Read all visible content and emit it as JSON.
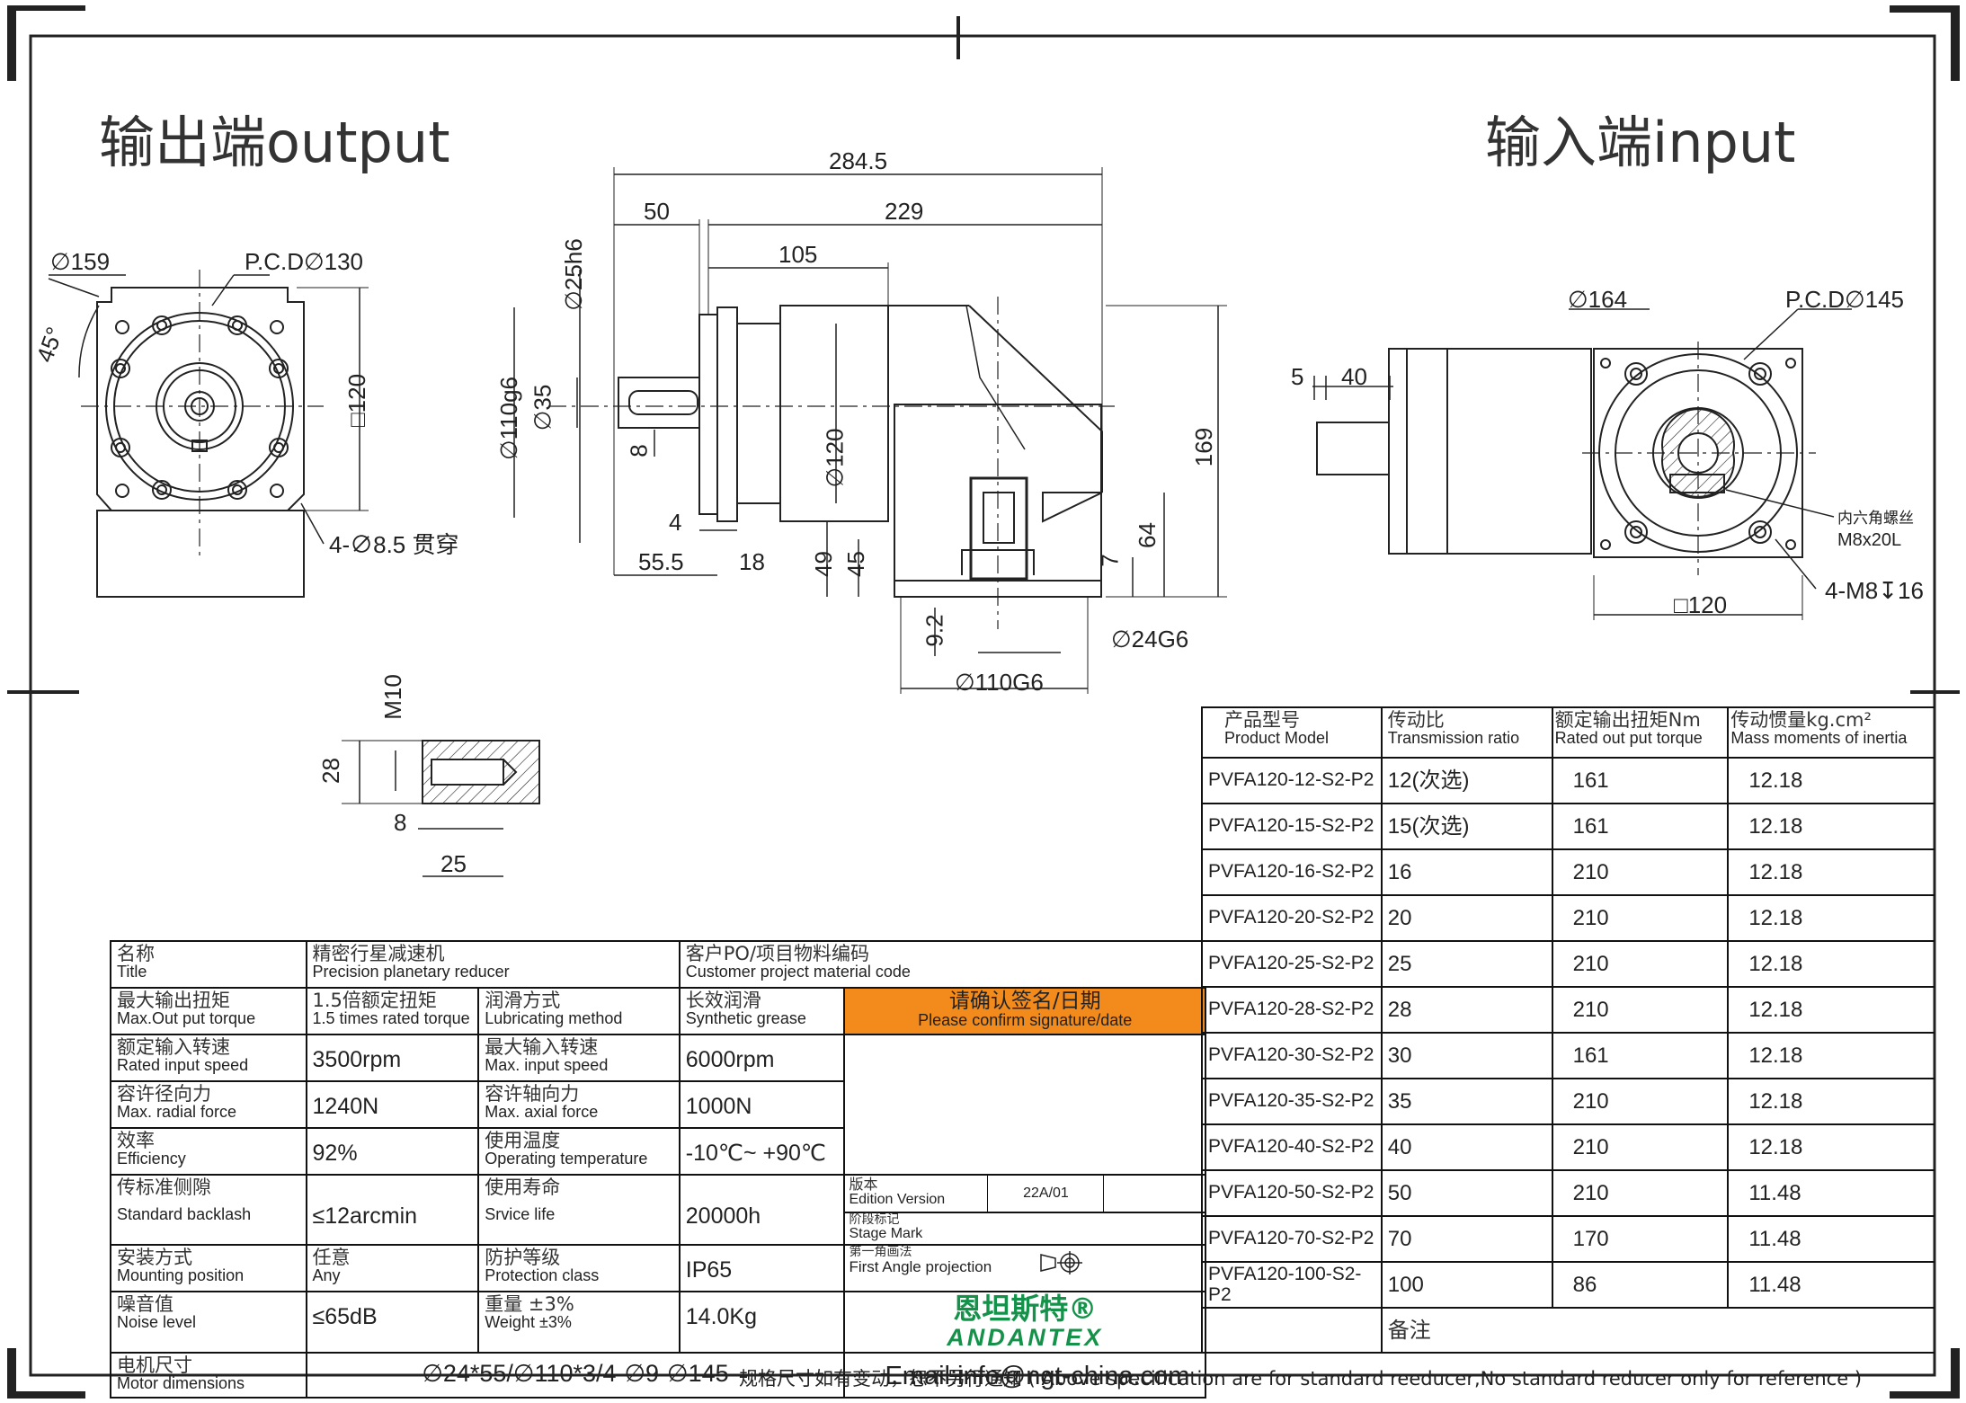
{
  "headers": {
    "output": "输出端output",
    "input": "输入端input"
  },
  "dimensions": {
    "d159": "∅159",
    "pcd130": "P.C.D∅130",
    "angle45": "45°",
    "sq120_left": "□120",
    "holes_left": "4-∅8.5 贯穿",
    "len284": "284.5",
    "len50": "50",
    "len229": "229",
    "len105": "105",
    "d25": "∅25h6",
    "d110": "∅110g6",
    "d35": "∅35",
    "key8": "8",
    "d120": "∅120",
    "h169": "169",
    "len4": "4",
    "len555": "55.5",
    "len18": "18",
    "h49": "49",
    "h45": "45",
    "h7": "7",
    "h64": "64",
    "d24": "∅24G6",
    "h92": "9.2",
    "d110G6": "∅110G6",
    "m10": "M10",
    "h28": "28",
    "len8": "8",
    "len25": "25",
    "d164": "∅164",
    "pcd145": "P.C.D∅145",
    "len5": "5",
    "len40": "40",
    "hex_note_zh": "内六角螺丝",
    "hex_note_en": "M8x20L",
    "sq120_right": "□120",
    "holes_right": "4-M8↧16"
  },
  "specs": {
    "title_zh": "名称",
    "title_en": "Title",
    "title_val_zh": "精密行星减速机",
    "title_val_en": "Precision planetary reducer",
    "cust_zh": "客户PO/项目物料编码",
    "cust_en": "Customer project material code",
    "maxout_zh": "最大输出扭矩",
    "maxout_en": "Max.Out put torque",
    "maxout_val_zh": "1.5倍额定扭矩",
    "maxout_val_en": "1.5 times rated torque",
    "lub_zh": "润滑方式",
    "lub_en": "Lubricating method",
    "lub_val_zh": "长效润滑",
    "lub_val_en": "Synthetic grease",
    "confirm_zh": "请确认签名/日期",
    "confirm_en": "Please confirm signature/date",
    "rin_zh": "额定输入转速",
    "rin_en": "Rated input speed",
    "rin_val": "3500rpm",
    "min_zh": "最大输入转速",
    "min_en": "Max. input speed",
    "min_val": "6000rpm",
    "rad_zh": "容许径向力",
    "rad_en": "Max. radial force",
    "rad_val": "1240N",
    "ax_zh": "容许轴向力",
    "ax_en": "Max. axial force",
    "ax_val": "1000N",
    "eff_zh": "效率",
    "eff_en": "Efficiency",
    "eff_val": "92%",
    "temp_zh": "使用温度",
    "temp_en": "Operating temperature",
    "temp_val": "-10℃~ +90℃",
    "edition_zh": "版本",
    "edition_en": "Edition Version",
    "edition_val": "22A/01",
    "back_zh": "传标准侧隙",
    "back_en": "Standard backlash",
    "back_val": "≤12arcmin",
    "life_zh": "使用寿命",
    "life_en": "Srvice life",
    "life_val": "20000h",
    "stage_zh": "阶段标记",
    "stage_en": "Stage Mark",
    "mount_zh": "安装方式",
    "mount_en": "Mounting position",
    "mount_val_zh": "任意",
    "mount_val_en": "Any",
    "prot_zh": "防护等级",
    "prot_en": "Protection class",
    "prot_val": "IP65",
    "proj_zh": "第一角画法",
    "proj_en": "First Angle projection",
    "noise_zh": "噪音值",
    "noise_en": "Noise level",
    "noise_val": "≤65dB",
    "weight_zh": "重量 ±3%",
    "weight_en": "Weight ±3%",
    "weight_val": "14.0Kg",
    "brand_zh": "恩坦斯特®",
    "brand_en": "ANDANTEX",
    "motor_zh": "电机尺寸",
    "motor_en": "Motor dimensions",
    "motor_val": "∅24*55/∅110*3/4-∅9-∅145",
    "email": "Email:info@ngt-china.com",
    "remark": "备注"
  },
  "products": {
    "h_model_zh": "产品型号",
    "h_model_en": "Product Model",
    "h_ratio_zh": "传动比",
    "h_ratio_en": "Transmission ratio",
    "h_torque_zh": "额定输出扭矩Nm",
    "h_torque_en": "Rated out put torque",
    "h_inertia_zh": "传动惯量kg.cm²",
    "h_inertia_en": "Mass moments of inertia",
    "rows": [
      {
        "model": "PVFA120-12-S2-P2",
        "ratio": "12(次选)",
        "torque": "161",
        "inertia": "12.18"
      },
      {
        "model": "PVFA120-15-S2-P2",
        "ratio": "15(次选)",
        "torque": "161",
        "inertia": "12.18"
      },
      {
        "model": "PVFA120-16-S2-P2",
        "ratio": "16",
        "torque": "210",
        "inertia": "12.18"
      },
      {
        "model": "PVFA120-20-S2-P2",
        "ratio": "20",
        "torque": "210",
        "inertia": "12.18"
      },
      {
        "model": "PVFA120-25-S2-P2",
        "ratio": "25",
        "torque": "210",
        "inertia": "12.18"
      },
      {
        "model": "PVFA120-28-S2-P2",
        "ratio": "28",
        "torque": "210",
        "inertia": "12.18"
      },
      {
        "model": "PVFA120-30-S2-P2",
        "ratio": "30",
        "torque": "161",
        "inertia": "12.18"
      },
      {
        "model": "PVFA120-35-S2-P2",
        "ratio": "35",
        "torque": "210",
        "inertia": "12.18"
      },
      {
        "model": "PVFA120-40-S2-P2",
        "ratio": "40",
        "torque": "210",
        "inertia": "12.18"
      },
      {
        "model": "PVFA120-50-S2-P2",
        "ratio": "50",
        "torque": "210",
        "inertia": "11.48"
      },
      {
        "model": "PVFA120-70-S2-P2",
        "ratio": "70",
        "torque": "170",
        "inertia": "11.48"
      },
      {
        "model": "PVFA120-100-S2-P2",
        "ratio": "100",
        "torque": "86",
        "inertia": "11.48"
      }
    ]
  },
  "footer": "规格尺寸如有变动，恕不另行通知 ( Above specification are for standard reeducer,No standard reducer only for reference )"
}
